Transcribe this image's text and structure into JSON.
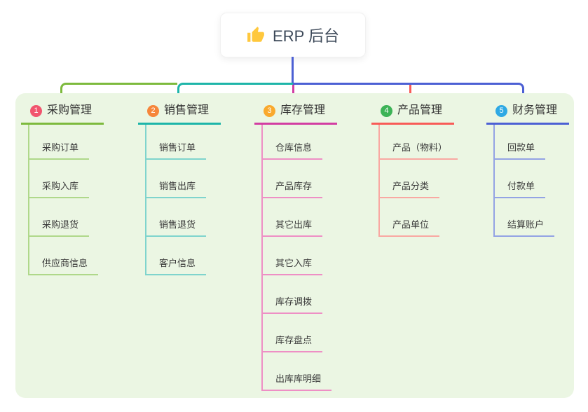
{
  "root": {
    "label": "ERP 后台",
    "icon": "thumbs-up-icon",
    "icon_color": "#FFC83D"
  },
  "colors": {
    "panel_bg": "#EBF6E3",
    "root_line": "#4C60D4"
  },
  "branches": [
    {
      "num": "1",
      "title": "采购管理",
      "badge": "#F1556E",
      "line": "#7DBA3D",
      "light": "#AFD88A",
      "items": [
        "采购订单",
        "采购入库",
        "采购退货",
        "供应商信息"
      ]
    },
    {
      "num": "2",
      "title": "销售管理",
      "badge": "#F6863B",
      "line": "#1DB5A9",
      "light": "#7FD4CD",
      "items": [
        "销售订单",
        "销售出库",
        "销售退货",
        "客户信息"
      ]
    },
    {
      "num": "3",
      "title": "库存管理",
      "badge": "#F9A92D",
      "line": "#D23DA2",
      "light": "#EE8FC5",
      "items": [
        "仓库信息",
        "产品库存",
        "其它出库",
        "其它入库",
        "库存调拨",
        "库存盘点",
        "出库库明细"
      ]
    },
    {
      "num": "4",
      "title": "产品管理",
      "badge": "#3DB357",
      "line": "#F85B57",
      "light": "#F9A8A2",
      "items": [
        "产品（物料）",
        "产品分类",
        "产品单位"
      ]
    },
    {
      "num": "5",
      "title": "财务管理",
      "badge": "#2EA9E4",
      "line": "#4C60D4",
      "light": "#93A3E4",
      "items": [
        "回款单",
        "付款单",
        "结算账户"
      ]
    }
  ]
}
